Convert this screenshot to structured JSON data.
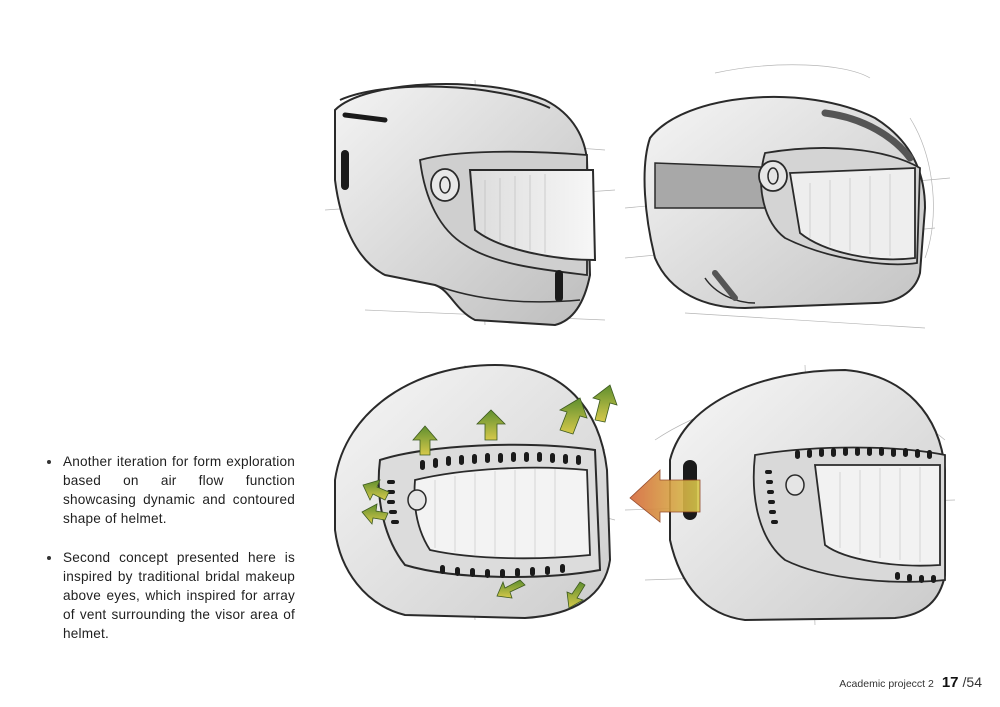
{
  "notes": [
    {
      "text": "Another iteration for form exploration based on air flow function showcasing dynamic and contoured shape of helmet."
    },
    {
      "text": "Second concept presented here is inspired by traditional bridal makeup above eyes, which inspired for array of vent surrounding the visor area of helmet."
    }
  ],
  "footer": {
    "project": "Academic projecct 2",
    "page": "17",
    "total": "/54"
  },
  "sketches": [
    {
      "name": "helmet-sketch-side-view"
    },
    {
      "name": "helmet-sketch-three-quarter-view"
    },
    {
      "name": "helmet-sketch-airflow-front-view"
    },
    {
      "name": "helmet-sketch-airflow-side-view"
    }
  ],
  "colors": {
    "ink": "#2a2a2a",
    "shade": "#8a8a8a",
    "arrow_green": "#6f9a3c",
    "arrow_orange": "#d5683a",
    "arrow_yellow": "#d6c94a"
  }
}
